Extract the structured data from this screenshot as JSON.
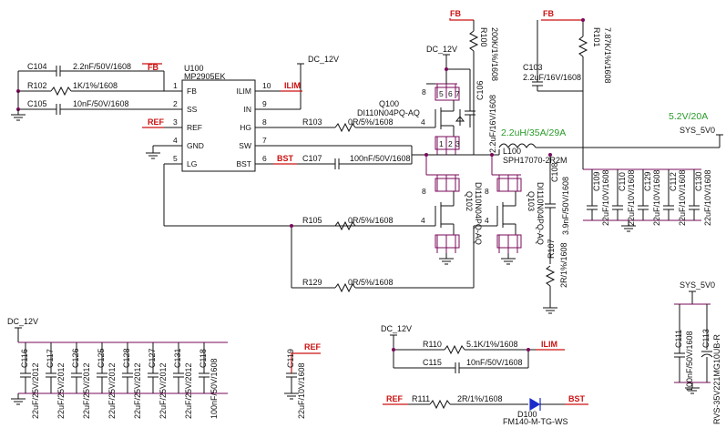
{
  "ic": {
    "ref": "U100",
    "part": "MP2905EK",
    "pins_left": [
      {
        "name": "FB",
        "num": "1"
      },
      {
        "name": "SS",
        "num": "2"
      },
      {
        "name": "REF",
        "num": "3"
      },
      {
        "name": "GND",
        "num": "4"
      },
      {
        "name": "LG",
        "num": "5"
      }
    ],
    "pins_right": [
      {
        "name": "ILIM",
        "num": "10"
      },
      {
        "name": "IN",
        "num": "9"
      },
      {
        "name": "HG",
        "num": "8"
      },
      {
        "name": "SW",
        "num": "7"
      },
      {
        "name": "BST",
        "num": "6"
      }
    ]
  },
  "nets": {
    "fb": "FB",
    "ref": "REF",
    "ilim": "ILIM",
    "bst": "BST",
    "dc12v": "DC_12V",
    "sys5v0": "SYS_5V0"
  },
  "components": {
    "c104": {
      "ref": "C104",
      "value": "2.2nF/50V/1608"
    },
    "r102": {
      "ref": "R102",
      "value": "1K/1%/1608"
    },
    "c105": {
      "ref": "C105",
      "value": "10nF/50V/1608"
    },
    "r103": {
      "ref": "R103",
      "value": "0R/5%/1608"
    },
    "c107": {
      "ref": "C107",
      "value": "100nF/50V/1608"
    },
    "r105": {
      "ref": "R105",
      "value": "0R/5%/1608"
    },
    "r129": {
      "ref": "R129",
      "value": "0R/5%/1608"
    },
    "r100": {
      "ref": "R100",
      "value": "200K/1%/1608"
    },
    "r101": {
      "ref": "R101",
      "value": "7.87K/1%/1608"
    },
    "c103": {
      "ref": "C103",
      "value": "2.2uF/16V/1608"
    },
    "c106": {
      "ref": "C106",
      "value": "2.2uF/16V/1608"
    },
    "q100": {
      "ref": "Q100",
      "value": "DI110N04PQ-AQ"
    },
    "q102": {
      "ref": "Q102",
      "value": "DI110N04PQ-AQ"
    },
    "q103": {
      "ref": "Q103",
      "value": "DI110N04PQ-AQ"
    },
    "l100": {
      "ref": "L100",
      "value": "SPH17070-2R2M"
    },
    "c108": {
      "ref": "C108",
      "value": "3.9nF/50V/1608"
    },
    "r107": {
      "ref": "R107",
      "value": "2R/1%/1608"
    },
    "r110": {
      "ref": "R110",
      "value": "5.1K/1%/1608"
    },
    "c115": {
      "ref": "C115",
      "value": "10nF/50V/1608"
    },
    "r111": {
      "ref": "R111",
      "value": "2R/1%/1608"
    },
    "d100": {
      "ref": "D100",
      "value": "FM140-M-TG-WS"
    },
    "c119": {
      "ref": "C119",
      "value": "22uF/10V/1608"
    },
    "c111": {
      "ref": "C111",
      "value": "100nF/50V/1608"
    },
    "c113": {
      "ref": "C113",
      "value": "RVS-35V221MG10UB-R"
    }
  },
  "mosfet_pins": {
    "d": "8",
    "g": "4",
    "s1": "1",
    "s2": "2",
    "s3": "3",
    "d5": "5",
    "d6": "6",
    "d7": "7"
  },
  "output_caps": [
    {
      "ref": "C109",
      "value": "22uF/10V/1608"
    },
    {
      "ref": "C110",
      "value": "22uF/10V/1608"
    },
    {
      "ref": "C129",
      "value": "22uF/10V/1608"
    },
    {
      "ref": "C112",
      "value": "22uF/10V/1608"
    },
    {
      "ref": "C130",
      "value": "22uF/10V/1608"
    }
  ],
  "input_caps": [
    {
      "ref": "C116",
      "value": "22uF/25V/2012"
    },
    {
      "ref": "C117",
      "value": "22uF/25V/2012"
    },
    {
      "ref": "C126",
      "value": "22uF/25V/2012"
    },
    {
      "ref": "C125",
      "value": "22uF/25V/2012"
    },
    {
      "ref": "C128",
      "value": "22uF/25V/2012"
    },
    {
      "ref": "C127",
      "value": "22uF/25V/2012"
    },
    {
      "ref": "C131",
      "value": "22uF/25V/2012"
    },
    {
      "ref": "C118",
      "value": "100nF/50V/1608"
    }
  ],
  "annotations": {
    "inductor_spec": "2.2uH/35A/29A",
    "output_spec": "5.2V/20A"
  }
}
